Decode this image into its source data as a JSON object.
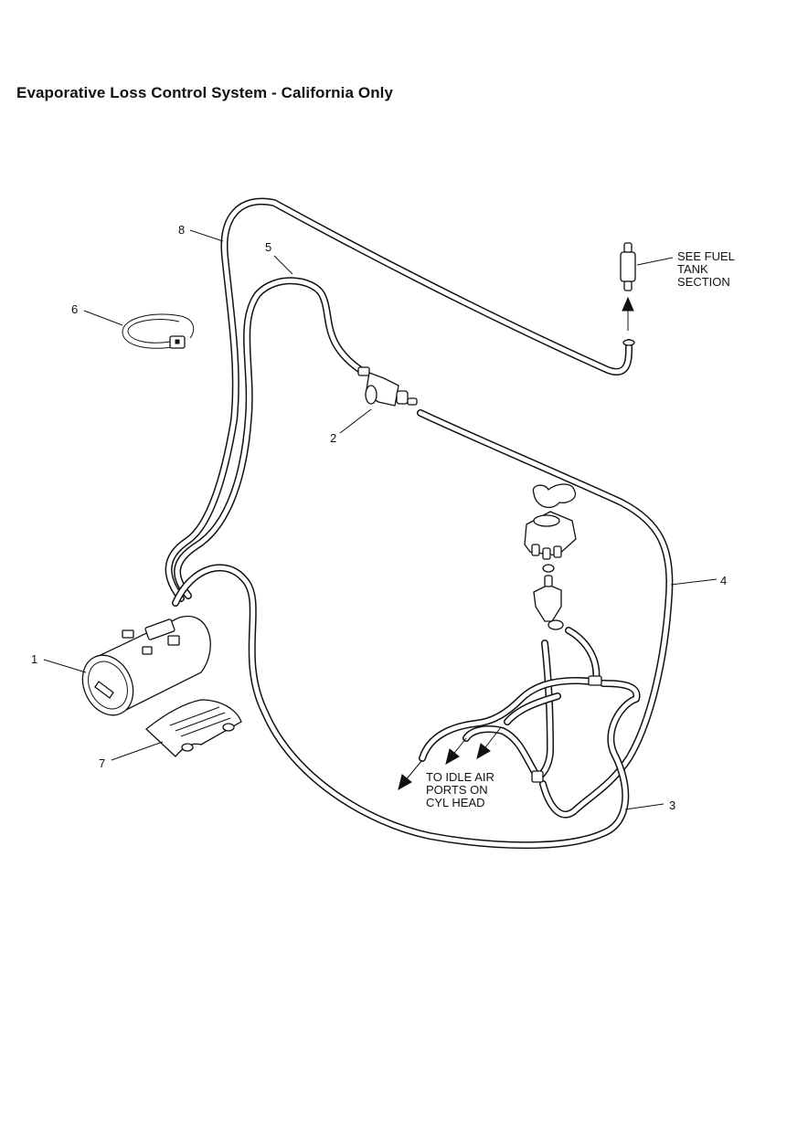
{
  "title": "Evaporative Loss Control System - California Only",
  "callouts": {
    "c1": "1",
    "c2": "2",
    "c3": "3",
    "c4": "4",
    "c5": "5",
    "c6": "6",
    "c7": "7",
    "c8": "8"
  },
  "notes": {
    "fuel_tank": [
      "SEE FUEL",
      "TANK",
      "SECTION"
    ],
    "idle_air": [
      "TO IDLE AIR",
      "PORTS ON",
      "CYL HEAD"
    ]
  }
}
